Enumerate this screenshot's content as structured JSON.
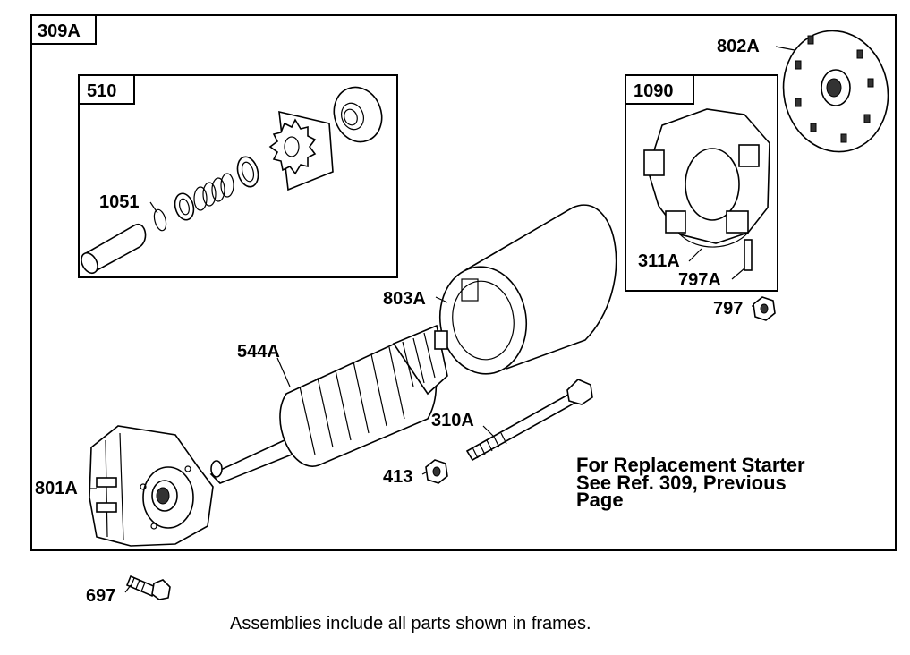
{
  "frames": {
    "outer": "309A",
    "drive": "510",
    "brush": "1090"
  },
  "parts": {
    "p802A": "802A",
    "p1051": "1051",
    "p311A": "311A",
    "p797A": "797A",
    "p803A": "803A",
    "p797": "797",
    "p544A": "544A",
    "p310A": "310A",
    "p413": "413",
    "p801A": "801A",
    "p697": "697"
  },
  "note": {
    "line1": "For Replacement Starter",
    "line2": "See Ref. 309, Previous",
    "line3": "Page"
  },
  "footer": "Assemblies include all parts shown in frames."
}
